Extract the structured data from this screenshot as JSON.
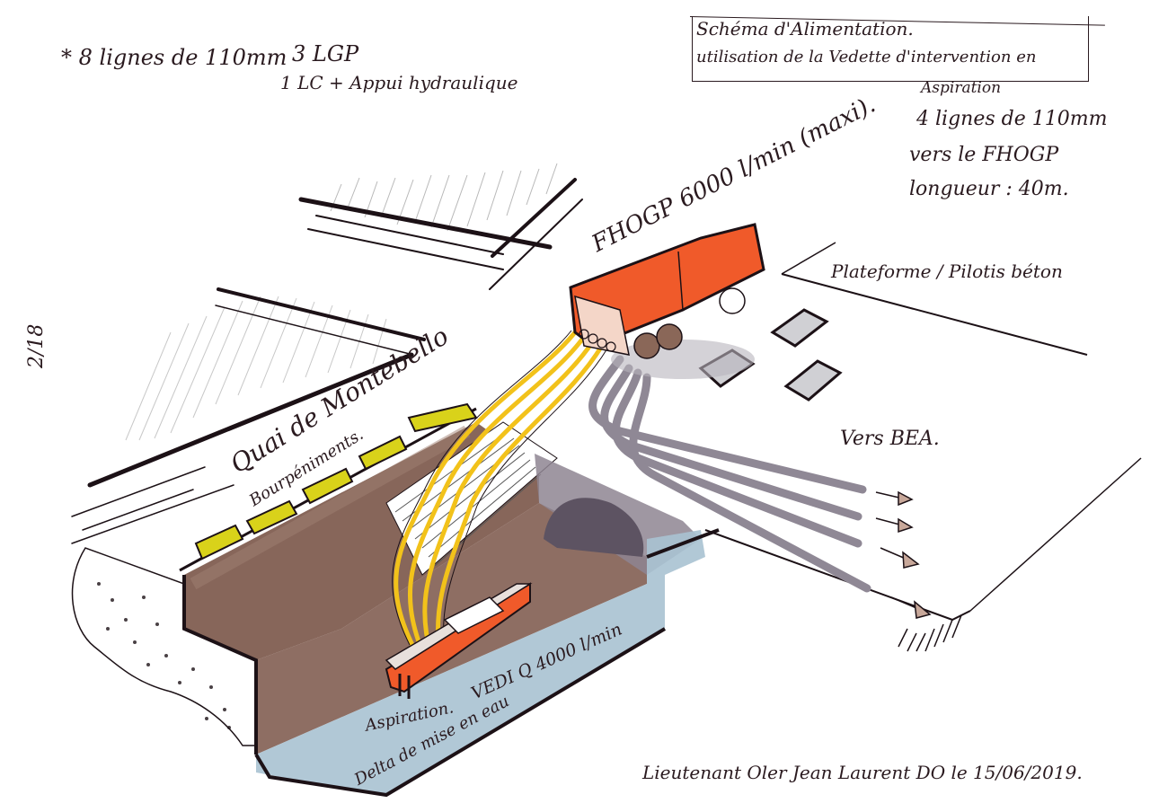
{
  "sheet": {
    "page_mark": "2/18",
    "notes_top_left": {
      "line1": "* 8 lignes de 110mm",
      "line1b": "3 LGP",
      "line2": "1 LC + Appui hydraulique"
    },
    "title_box": {
      "line1": "Schéma d'Alimentation.",
      "line2": "utilisation de la Vedette d'intervention en",
      "line3": "Aspiration"
    },
    "notes_top_right": {
      "line1": "4 lignes de 110mm",
      "line2": "vers le FHOGP",
      "line3": "longueur : 40m."
    },
    "labels": {
      "truck": "FHOGP 6000 l/min (maxi).",
      "platform": "Plateforme / Pilotis béton",
      "towards": "Vers BEA.",
      "quay": "Quai de Montebello",
      "fenders": "Bourpéniments.",
      "boat": "VEDI Q 4000 l/min",
      "aspiration": "Aspiration.",
      "water": "Delta de mise en eau"
    },
    "signature": "Lieutenant Oler Jean Laurent DO le 15/06/2019."
  },
  "colors": {
    "ink": "#2a1a1f",
    "truck_orange": "#f05a2a",
    "hose_yellow": "#f2c21a",
    "fender_yellow": "#d9d21a",
    "quay_wall_brown": "#7a5548",
    "water_blue": "#a9c2d2",
    "tunnel_grey": "#8e8592",
    "hose_grey": "#8f8895"
  }
}
